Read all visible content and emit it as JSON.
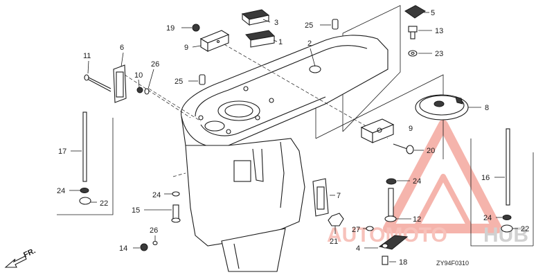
{
  "callouts": {
    "c1": "1",
    "c2": "2",
    "c3": "3",
    "c4": "4",
    "c5": "5",
    "c6": "6",
    "c7": "7",
    "c8": "8",
    "c9a": "9",
    "c9b": "9",
    "c10": "10",
    "c11": "11",
    "c12": "12",
    "c13": "13",
    "c14": "14",
    "c15": "15",
    "c16": "16",
    "c17": "17",
    "c18": "18",
    "c19": "19",
    "c20": "20",
    "c21": "21",
    "c22a": "22",
    "c22b": "22",
    "c23": "23",
    "c24a": "24",
    "c24b": "24",
    "c24c": "24",
    "c24d": "24",
    "c25a": "25",
    "c25b": "25",
    "c26a": "26",
    "c26b": "26",
    "c27": "27"
  },
  "diagram_code": "ZY94F0310",
  "direction_label": "FR.",
  "watermark": {
    "text_auto": "AUTOMOTO",
    "text_hub": "HUB",
    "color_primary": "#f6b8b0",
    "color_secondary": "#c9c9c9"
  }
}
